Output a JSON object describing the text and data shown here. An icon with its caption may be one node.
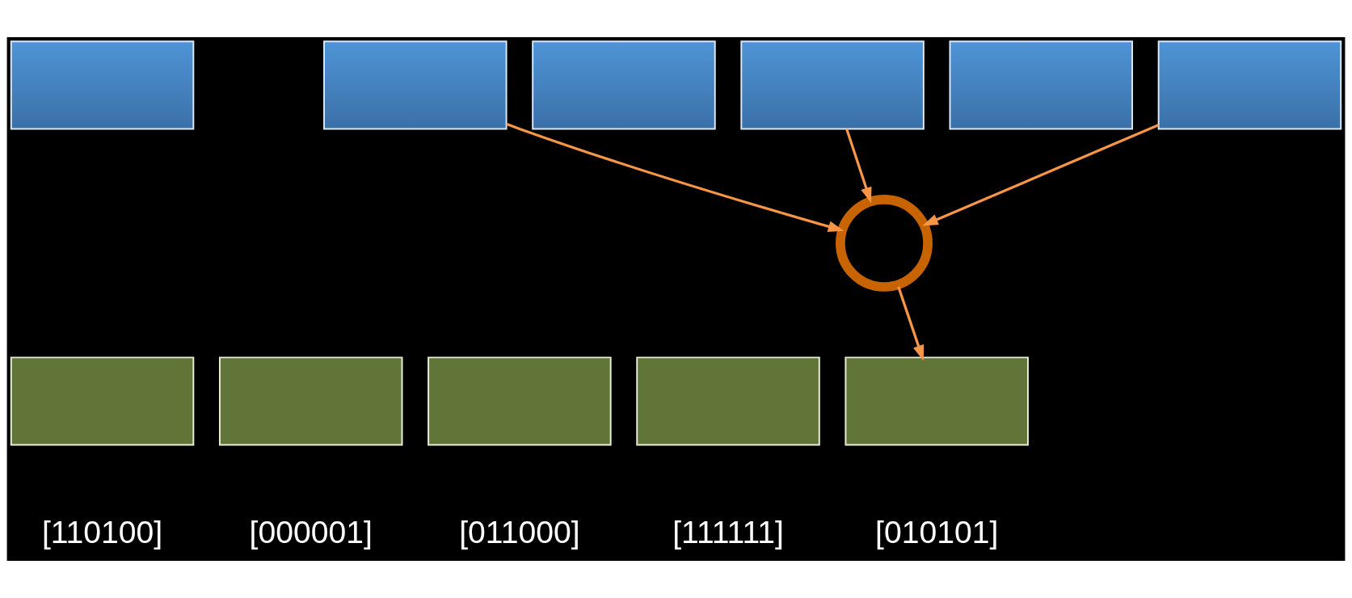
{
  "diagram": {
    "nodes": [
      {
        "text": [],
        "shape": "box"
      },
      {
        "text": [],
        "shape": "box"
      },
      {
        "text": [],
        "shape": "box"
      },
      {
        "text": [],
        "shape": "box"
      },
      {
        "text": [],
        "shape": "box"
      },
      {
        "text": [],
        "shape": "box"
      },
      {
        "text": [],
        "shape": "circle"
      },
      {
        "text": [],
        "shape": "box",
        "beside": [
          "[110100]"
        ]
      },
      {
        "text": [],
        "shape": "box",
        "beside": [
          "[000001]"
        ]
      },
      {
        "text": [],
        "shape": "box",
        "beside": [
          "[011000]"
        ]
      },
      {
        "text": [],
        "shape": "box",
        "beside": [
          "[111111]"
        ]
      },
      {
        "text": [],
        "shape": "box",
        "beside": [
          "[010101]"
        ]
      }
    ],
    "edges": [
      {
        "from": 1,
        "to": 6,
        "arrow": "to"
      },
      {
        "from": 3,
        "to": 6,
        "arrow": "to"
      },
      {
        "from": 5,
        "to": 6,
        "arrow": "to"
      },
      {
        "from": 6,
        "to": 11,
        "arrow": "to"
      }
    ]
  }
}
